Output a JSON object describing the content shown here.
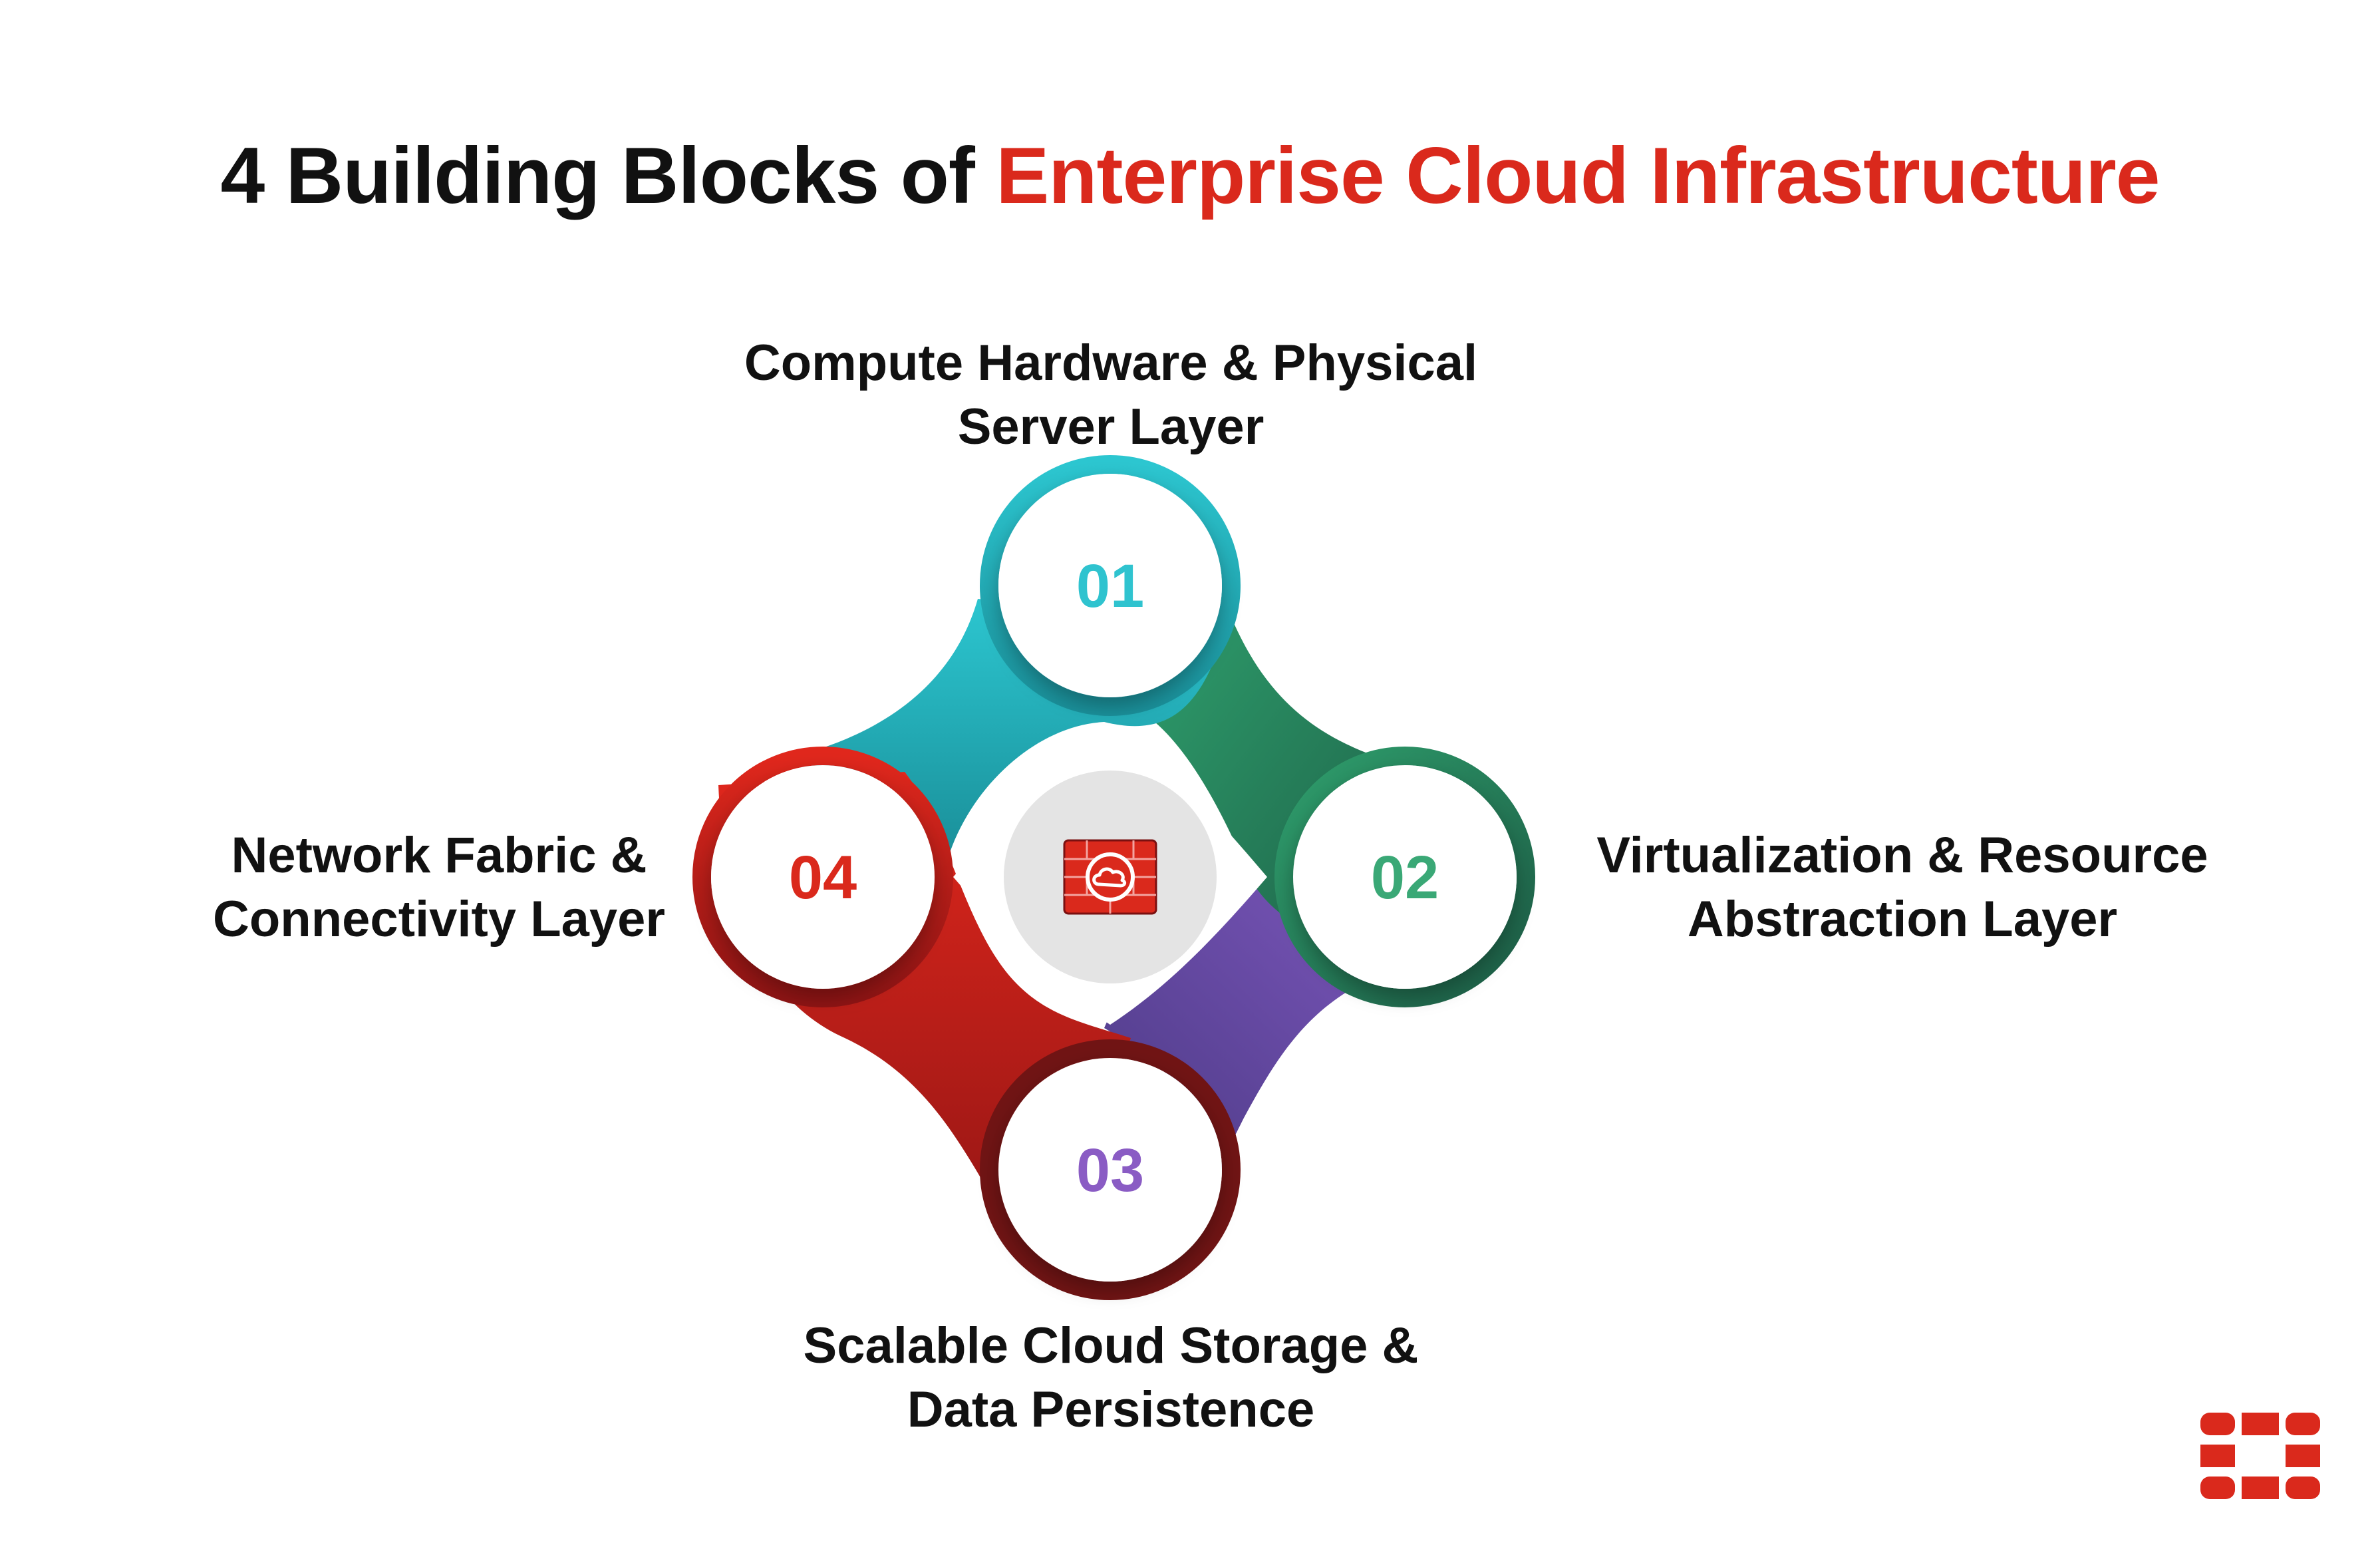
{
  "title": {
    "prefix": "4 Building Blocks of",
    "highlight": "Enterprise Cloud Infrastructure"
  },
  "blocks": [
    {
      "number": "01",
      "label_lines": [
        "Compute Hardware & Physical",
        "Server Layer"
      ],
      "color": "#2fc3cf"
    },
    {
      "number": "02",
      "label_lines": [
        "Virtualization & Resource",
        "Abstraction Layer"
      ],
      "color": "#3aa876"
    },
    {
      "number": "03",
      "label_lines": [
        "Scalable Cloud Storage &",
        "Data Persistence"
      ],
      "color": "#8a5cc4"
    },
    {
      "number": "04",
      "label_lines": [
        "Network Fabric &",
        "Connectivity Layer"
      ],
      "color": "#da291c"
    }
  ],
  "colors": {
    "accent": "#da291c",
    "center_circle": "#e4e4e4"
  },
  "icons": {
    "center": "firewall-cloud-icon",
    "corner": "fortinet-logo-icon"
  }
}
